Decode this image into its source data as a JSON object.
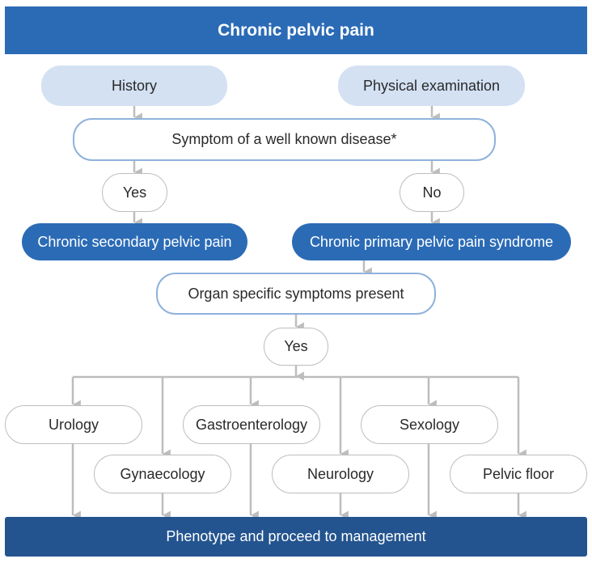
{
  "title": "Chronic pelvic pain",
  "history": "History",
  "physical_exam": "Physical examination",
  "symptom_question": "Symptom of a well known disease*",
  "yes_1": "Yes",
  "no_1": "No",
  "secondary": "Chronic secondary pelvic pain",
  "primary": "Chronic primary pelvic pain syndrome",
  "organ_question": "Organ specific symptoms present",
  "yes_2": "Yes",
  "specialties": {
    "urology": "Urology",
    "gynaecology": "Gynaecology",
    "gastroenterology": "Gastroenterology",
    "neurology": "Neurology",
    "sexology": "Sexology",
    "pelvic_floor": "Pelvic floor"
  },
  "footer": "Phenotype and proceed to management",
  "colors": {
    "primary_blue": "#2b6bb6",
    "dark_blue": "#23548f",
    "light_blue": "#d3e1f3",
    "outline_blue": "#8fb2dc",
    "arrow_gray": "#bdbdbd"
  }
}
